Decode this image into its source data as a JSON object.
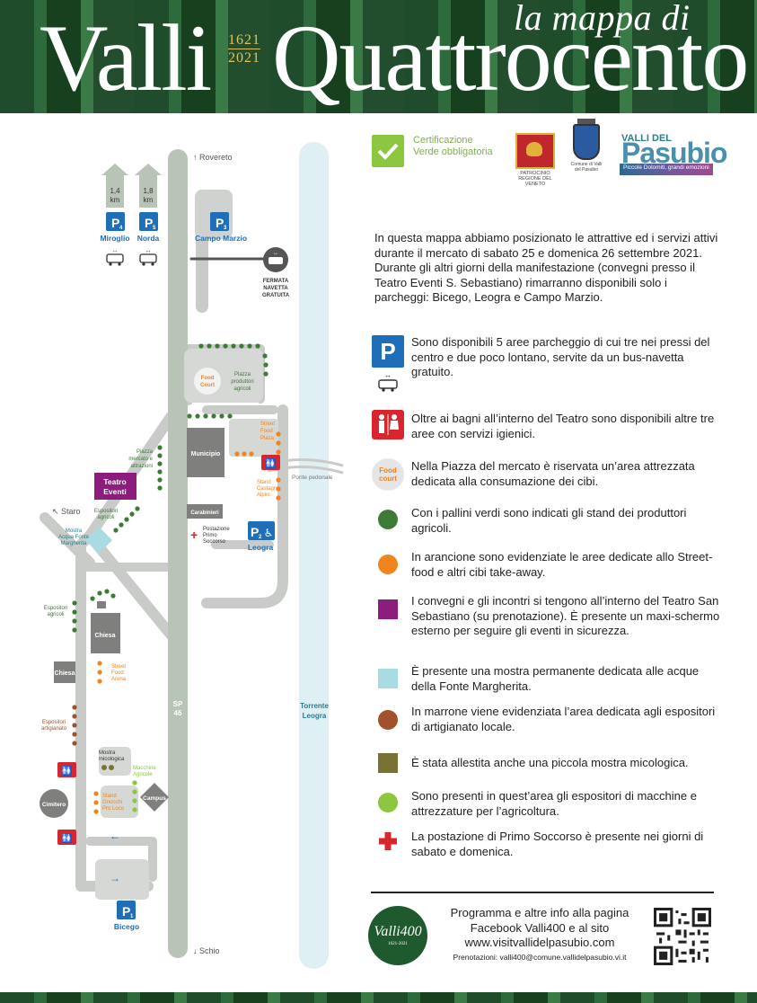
{
  "header": {
    "subtitle": "la mappa di",
    "title_a": "Valli",
    "title_b": "Quattrocento",
    "year_start": "1621",
    "year_end": "2021"
  },
  "badges": {
    "certification": "Certificazione Verde obbligatoria",
    "logo_veneto_text": "PATROCINIO REGIONE DEL VENETO",
    "logo_comune_text": "Comune di Valli del Pasubio",
    "logo_pasubio_small": "VALLI DEL",
    "logo_pasubio_big": "Pasubio",
    "logo_pasubio_tag": "Piccole Dolomiti, grandi emozioni"
  },
  "intro": "In questa mappa abbiamo posizionato le attrattive ed i servizi attivi durante il mercato di sabato 25 e domenica 26 settembre 2021. Durante gli altri giorni della manifestazione (convegni presso il Teatro Eventi S. Sebastiano) rimarranno disponibili solo i parcheggi: Bicego, Leogra e Campo Marzio.",
  "legend": [
    {
      "icon": "parking-icon",
      "color": "#1e6fb8",
      "text": "Sono disponibili 5 aree parcheggio di cui tre nei pressi del centro e due poco lontano, servite da un bus-navetta gratuito."
    },
    {
      "icon": "restroom-icon",
      "color": "#d7262d",
      "text": "Oltre ai bagni all’interno del Teatro sono disponibili altre tre aree con servizi igienici."
    },
    {
      "icon": "food-court-icon",
      "color": "#e5e5e5",
      "text": "Nella Piazza del mercato è riservata un’area attrezzata dedicata alla consumazione dei cibi."
    },
    {
      "icon": "green-dot-icon",
      "color": "#3c7a36",
      "text": "Con i pallini verdi sono indicati gli stand dei produttori agricoli."
    },
    {
      "icon": "orange-dot-icon",
      "color": "#f0841e",
      "text": "In arancione sono evidenziate le aree dedicate allo Street-food e altri cibi take-away."
    },
    {
      "icon": "purple-square-icon",
      "color": "#8c1d7c",
      "text": "I convegni e gli incontri si tengono all’interno del Teatro San Sebastiano (su prenotazione). È presente un maxi-schermo esterno per seguire gli eventi in sicurezza."
    },
    {
      "icon": "lightblue-square-icon",
      "color": "#a8dbe2",
      "text": "È presente una mostra permanente dedicata alle acque della Fonte Margherita."
    },
    {
      "icon": "brown-dot-icon",
      "color": "#a0522d",
      "text": "In marrone viene evidenziata l’area dedicata agli espositori di artigianato locale."
    },
    {
      "icon": "olive-square-icon",
      "color": "#7a7234",
      "text": "È stata allestita anche una piccola mostra micologica."
    },
    {
      "icon": "lightgreen-dot-icon",
      "color": "#8dc63f",
      "text": "Sono presenti in quest’area gli espositori di macchine e attrezzature per l’agricoltura."
    },
    {
      "icon": "first-aid-cross-icon",
      "color": "#d7262d",
      "text": "La postazione di Primo Soccorso è presente nei giorni di sabato e domenica."
    }
  ],
  "legend_bus_label": "bus-navetta",
  "legend_food_label": "Food court",
  "footer": {
    "line1": "Programma e altre info alla pagina",
    "line2": "Facebook Valli400 e al sito",
    "line3": "www.visitvallidelpasubio.com",
    "prenotazioni": "Prenotazioni: valli400@comune.vallidelpasubio.vi.it",
    "logo_text": "Valli400",
    "logo_years": "1621-2021"
  },
  "map": {
    "rovereto": "↑ Rovereto",
    "schio": "↓ Schio",
    "staro": "↖ Staro",
    "sp46_a": "SP",
    "sp46_b": "46",
    "torrente_a": "Torrente",
    "torrente_b": "Leogra",
    "ponte": "Ponte pedonale",
    "km_miroglio": "1,4",
    "km_norda": "1,8",
    "km_unit": "km",
    "p_letter": "P",
    "p4_sub": "4",
    "p5_sub": "5",
    "p3_sub": "3",
    "p2_sub": "2",
    "p1_sub": "1",
    "miroglio": "Miroglio",
    "norda": "Norda",
    "campo_marzio": "Campo Marzio",
    "fermata_1": "FERMATA",
    "fermata_2": "NAVETTA",
    "fermata_3": "GRATUITA",
    "food_court_1": "Food",
    "food_court_2": "Court",
    "piazza_prod_1": "Piazza",
    "piazza_prod_2": "produttori",
    "piazza_prod_3": "agricoli",
    "street_food_1": "Street",
    "street_food_2": "Food",
    "street_food_3": "Plaza",
    "municipio": "Municipio",
    "carabinieri": "Carabinieri",
    "postazione_1": "Postazione",
    "postazione_2": "Primo",
    "postazione_3": "Soccorso",
    "leogra": "Leogra",
    "stand_castagne_1": "Stand",
    "stand_castagne_2": "Castagne",
    "stand_castagne_3": "Alpini",
    "teatro_1": "Teatro",
    "teatro_2": "Eventi",
    "piazza_merc_1": "Piazza",
    "piazza_merc_2": "mercato e",
    "piazza_merc_3": "attrazioni",
    "espositori_agr_1": "Espositori",
    "espositori_agr_2": "agricoli",
    "mostra_acqua_1": "Mostra",
    "mostra_acqua_2": "Acqua Fonte",
    "mostra_acqua_3": "Margherita",
    "espositori_agr2_1": "Espositori",
    "espositori_agr2_2": "agricoli",
    "chiesa": "Chiesa",
    "chiesa2": "Chiesa",
    "street_arena_1": "Street",
    "street_arena_2": "Food",
    "street_arena_3": "Arena",
    "espositori_art_1": "Espositori",
    "espositori_art_2": "artigianato",
    "mostra_mic_1": "Mostra",
    "mostra_mic_2": "micologica",
    "macchine_1": "Macchine",
    "macchine_2": "Agricole",
    "cimitero": "Cimitero",
    "stand_gnocchi_1": "Stand",
    "stand_gnocchi_2": "Gnocchi",
    "stand_gnocchi_3": "Pro Loco",
    "campus": "Campus",
    "bicego": "Bicego"
  }
}
